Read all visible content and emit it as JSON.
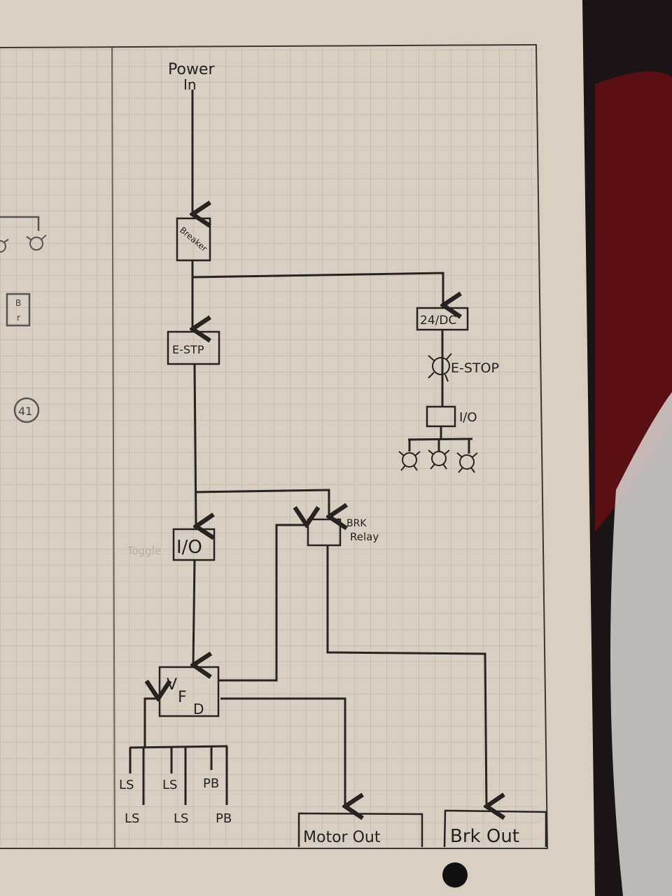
{
  "diagram": {
    "power_in": [
      "Power",
      "In"
    ],
    "breaker": "Breaker",
    "estop_box": "E-STP",
    "dc_supply": "24/DC",
    "estop_lamp": "E-STOP",
    "io_right": "I/O",
    "io_main": "I/O",
    "toggle_faint": "Toggle",
    "brk_relay": [
      "BRK",
      "Relay"
    ],
    "vfd": [
      "V",
      "F",
      "D"
    ],
    "inputs_row1": [
      "LS",
      "LS",
      "PB"
    ],
    "inputs_row2": [
      "LS",
      "LS",
      "PB"
    ],
    "motor_out": "Motor Out",
    "brk_out": "Brk Out",
    "left_box": [
      "B",
      "r"
    ],
    "left_circle": "41"
  },
  "colors": {
    "paper": "#d8cfc2",
    "grid": "#b9b0a3",
    "ink": "#262322",
    "background": "#1a1416",
    "cloth_red": "#5a0f14"
  }
}
